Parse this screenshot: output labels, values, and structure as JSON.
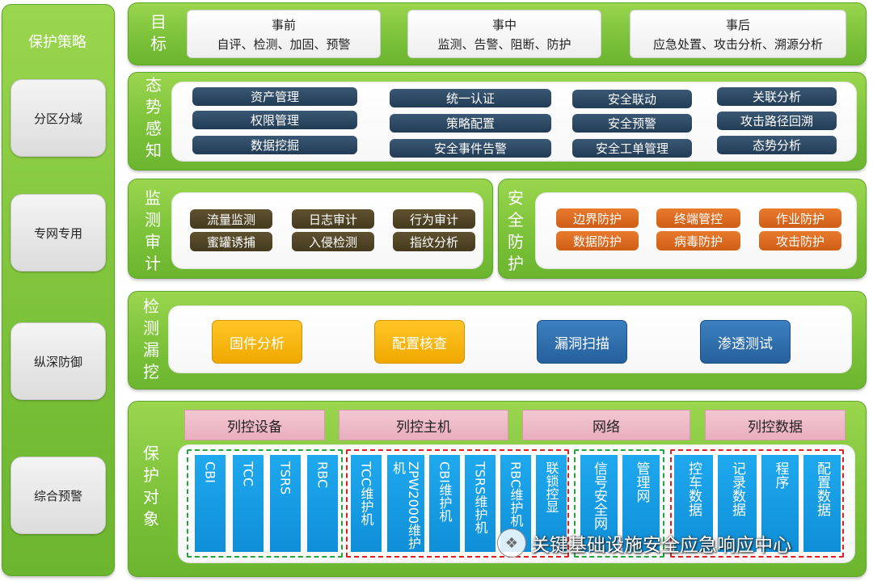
{
  "strategy": {
    "title": "保护策略",
    "items": [
      "分区分域",
      "专网专用",
      "纵深防御",
      "综合预警"
    ]
  },
  "goal": {
    "label": "目标",
    "boxes": [
      {
        "title": "事前",
        "detail": "自评、检测、加固、预警"
      },
      {
        "title": "事中",
        "detail": "监测、告警、阻断、防护"
      },
      {
        "title": "事后",
        "detail": "应急处置、攻击分析、溯源分析"
      }
    ]
  },
  "awareness": {
    "label": "态势感知",
    "items": [
      "资产管理",
      "权限管理",
      "数据挖掘",
      "统一认证",
      "策略配置",
      "安全事件告警",
      "安全联动",
      "安全预警",
      "安全工单管理",
      "关联分析",
      "攻击路径回溯",
      "态势分析"
    ]
  },
  "audit": {
    "label": "监测审计",
    "items": [
      "流量监测",
      "日志审计",
      "行为审计",
      "蜜罐诱捕",
      "入侵检测",
      "指纹分析"
    ]
  },
  "defense": {
    "label": "安全防护",
    "items": [
      "边界防护",
      "终端管控",
      "作业防护",
      "数据防护",
      "病毒防护",
      "攻击防护"
    ]
  },
  "scan": {
    "label": "检测漏挖",
    "items": [
      "固件分析",
      "配置核查",
      "漏洞扫描",
      "渗透测试"
    ]
  },
  "objects": {
    "label": "保护对象",
    "groups": [
      "列控设备",
      "列控主机",
      "网络",
      "列控数据"
    ],
    "device_cols": [
      "CBI",
      "TCC",
      "TSRS",
      "RBC"
    ],
    "host_cols": [
      "TCC维护机",
      "ZPW2000维护机",
      "CBI维护机",
      "TSRS维护机",
      "RBC维护机",
      "联锁控显"
    ],
    "network_cols": [
      "信号安全网",
      "管理网"
    ],
    "data_cols": [
      "控车数据",
      "记录数据",
      "程序",
      "配置数据"
    ]
  },
  "watermark": {
    "icon": "wechat-icon",
    "text": "关键基础设施安全应急响应中心"
  },
  "colors": {
    "panel_green": "#7cc23a",
    "navy": "#223c56",
    "olive": "#453a1e",
    "orange": "#d9651e",
    "btn_orange": "#f5b400",
    "btn_blue": "#2e6ea8",
    "pink": "#eebac7",
    "col_blue": "#1596e0",
    "dash_green": "#22a63a",
    "dash_red": "#e02020"
  }
}
